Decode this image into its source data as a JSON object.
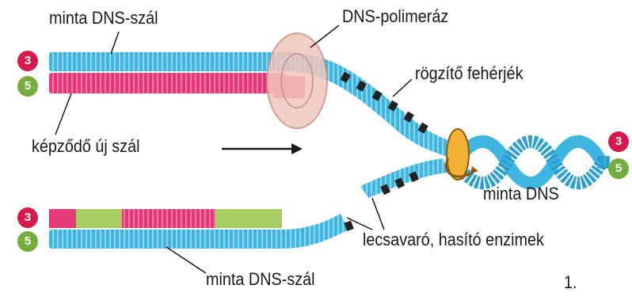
{
  "labels": {
    "template_top": "minta DNS-szál",
    "polymerase": "DNS-polimeráz",
    "binding_proteins": "rögzítő fehérjék",
    "new_strand": "képződő új szál",
    "template_dna": "minta DNS",
    "enzymes": "lecsavaró, hasító enzimek",
    "template_bottom": "minta DNS-szál",
    "figure_number": "1."
  },
  "ends": {
    "three_prime": "3",
    "five_prime": "5"
  },
  "colors": {
    "template_strand": "#3fb6e2",
    "new_strand": "#e23a77",
    "okazaki_light": "#a9cf62",
    "three_prime_end": "#d8194d",
    "five_prime_end": "#73ad3c",
    "polymerase": "#f2c6bc",
    "binding_protein": "#222222"
  }
}
